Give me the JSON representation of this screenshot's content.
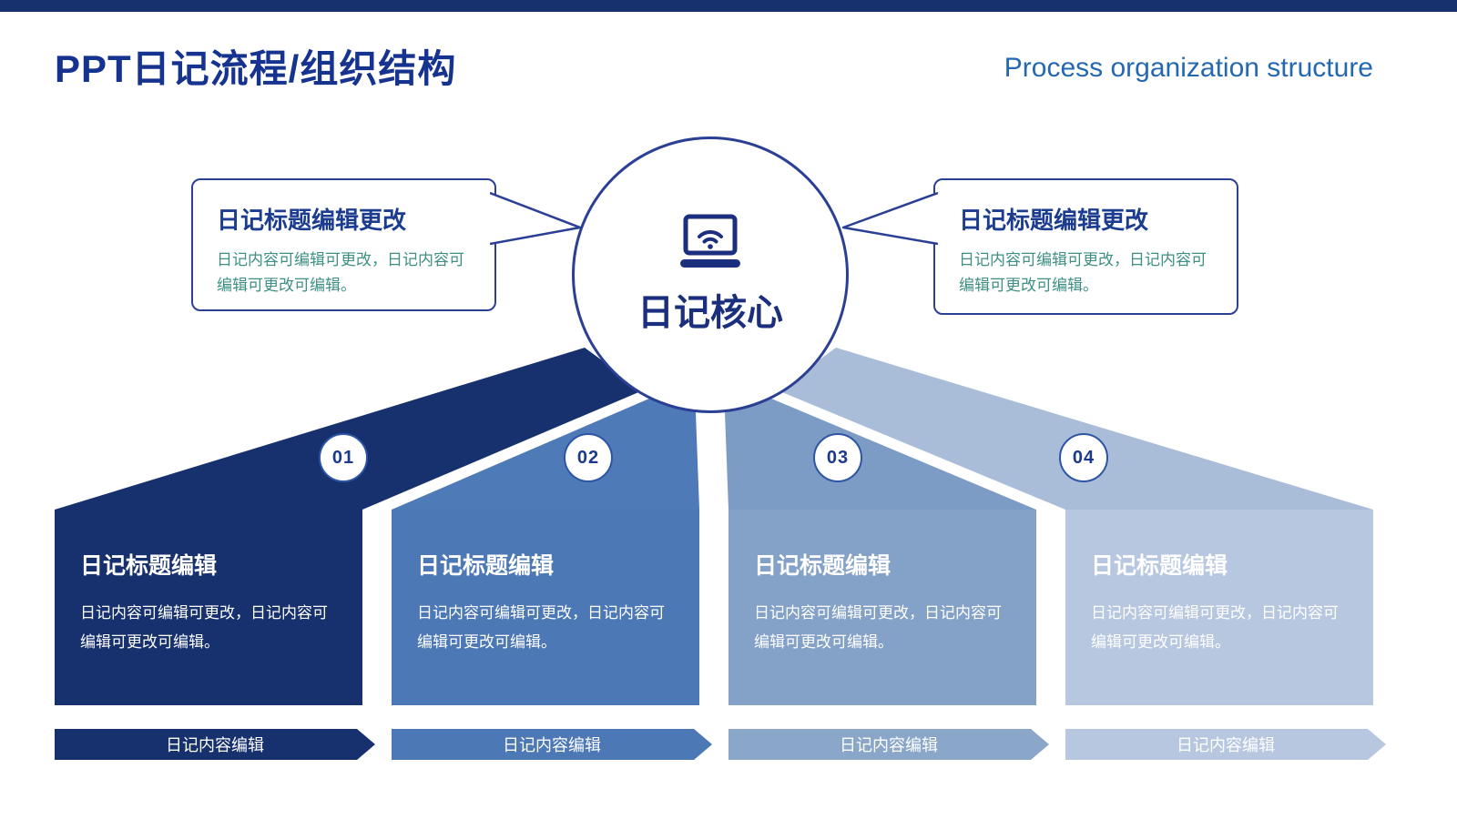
{
  "header": {
    "title": "PPT日记流程/组织结构",
    "subtitle": "Process organization structure"
  },
  "center": {
    "label": "日记核心",
    "icon": "laptop-wifi-icon"
  },
  "bubble_left": {
    "title": "日记标题编辑更改",
    "body": "日记内容可编辑可更改，日记内容可编辑可更改可编辑。"
  },
  "bubble_right": {
    "title": "日记标题编辑更改",
    "body": "日记内容可编辑可更改，日记内容可编辑可更改可编辑。"
  },
  "steps": [
    {
      "number": "01",
      "title": "日记标题编辑",
      "body": "日记内容可编辑可更改，日记内容可编辑可更改可编辑。",
      "banner": "日记内容编辑",
      "colors": {
        "card": "#17316e",
        "ray": "#17316e",
        "banner": "#17316e"
      }
    },
    {
      "number": "02",
      "title": "日记标题编辑",
      "body": "日记内容可编辑可更改，日记内容可编辑可更改可编辑。",
      "banner": "日记内容编辑",
      "colors": {
        "card": "#4d78b6",
        "ray": "#4f7ab8",
        "banner": "#4d78b6"
      }
    },
    {
      "number": "03",
      "title": "日记标题编辑",
      "body": "日记内容可编辑可更改，日记内容可编辑可更改可编辑。",
      "banner": "日记内容编辑",
      "colors": {
        "card": "#84a2c8",
        "ray": "#7d9cc5",
        "banner": "#8aa6c9"
      }
    },
    {
      "number": "04",
      "title": "日记标题编辑",
      "body": "日记内容可编辑可更改，日记内容可编辑可更改可编辑。",
      "banner": "日记内容编辑",
      "colors": {
        "card": "#b7c7e0",
        "ray": "#a9bdd9",
        "banner": "#b7c7e0"
      }
    }
  ],
  "colors": {
    "topbar": "#16316d",
    "accent_navy": "#2b3f94",
    "title_text": "#16338f",
    "subtitle_text": "#2368b0",
    "bubble_body_text": "#3d9083"
  }
}
